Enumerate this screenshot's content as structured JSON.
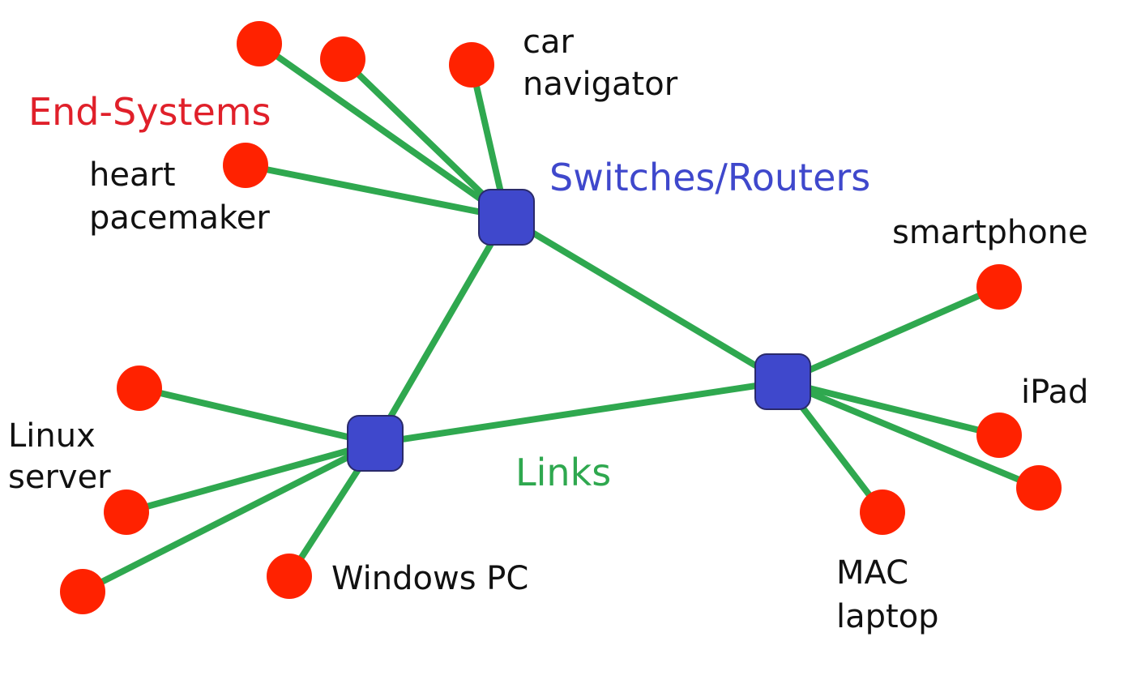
{
  "colors": {
    "end_system": "#ff2200",
    "switch": "#3f48cc",
    "link": "#2fa84f",
    "end_systems_legend": "#e0202a",
    "switches_legend": "#3f48cc",
    "links_legend": "#2fa84f",
    "label_text": "#111111"
  },
  "legend": {
    "end_systems": "End-Systems",
    "switches_routers": "Switches/Routers",
    "links": "Links"
  },
  "devices": {
    "car_navigator_line1": "car",
    "car_navigator_line2": "navigator",
    "heart_pacemaker_line1": "heart",
    "heart_pacemaker_line2": "pacemaker",
    "smartphone": "smartphone",
    "ipad": "iPad",
    "linux_server_line1": "Linux",
    "linux_server_line2": "server",
    "windows_pc": "Windows PC",
    "mac_laptop_line1": "MAC",
    "mac_laptop_line2": "laptop"
  }
}
